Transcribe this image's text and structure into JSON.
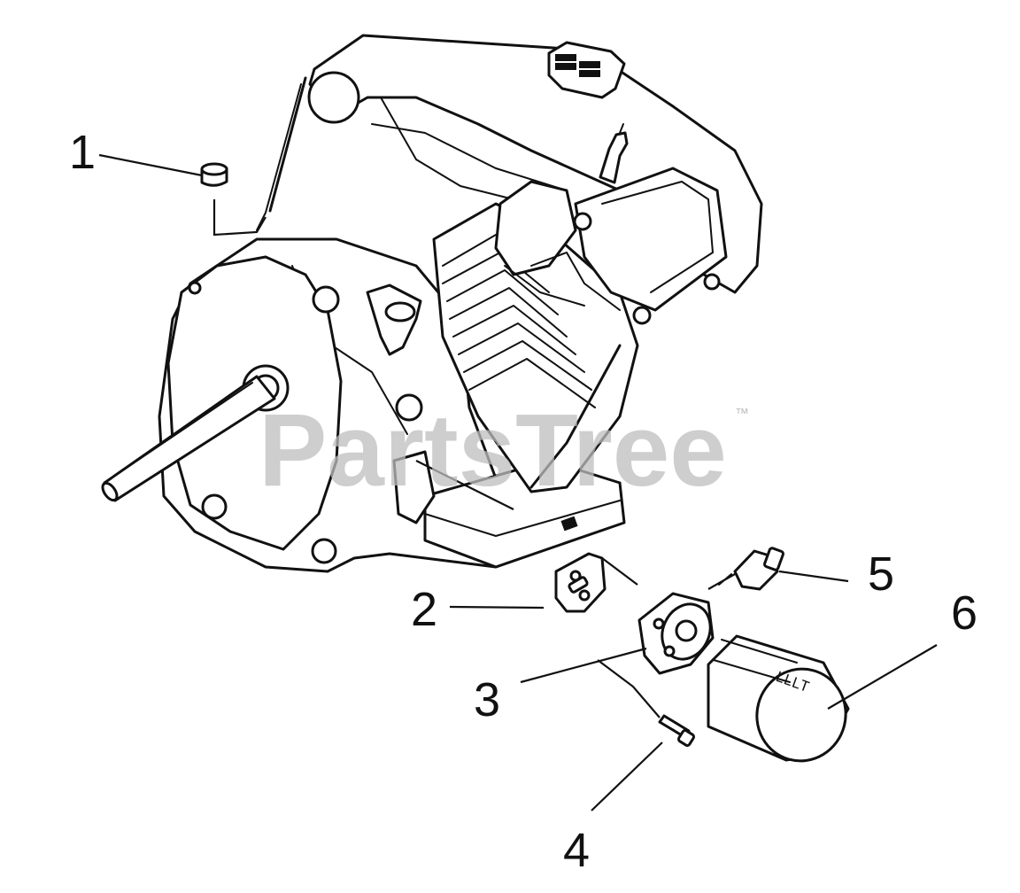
{
  "diagram": {
    "callouts": [
      {
        "id": "1",
        "label": "1"
      },
      {
        "id": "2",
        "label": "2"
      },
      {
        "id": "3",
        "label": "3"
      },
      {
        "id": "4",
        "label": "4"
      },
      {
        "id": "5",
        "label": "5"
      },
      {
        "id": "6",
        "label": "6"
      }
    ],
    "watermark": {
      "text": "PartsTree",
      "trademark": "™"
    },
    "colors": {
      "line": "#111111",
      "background": "#ffffff",
      "watermark": "#bdbdbd"
    }
  }
}
